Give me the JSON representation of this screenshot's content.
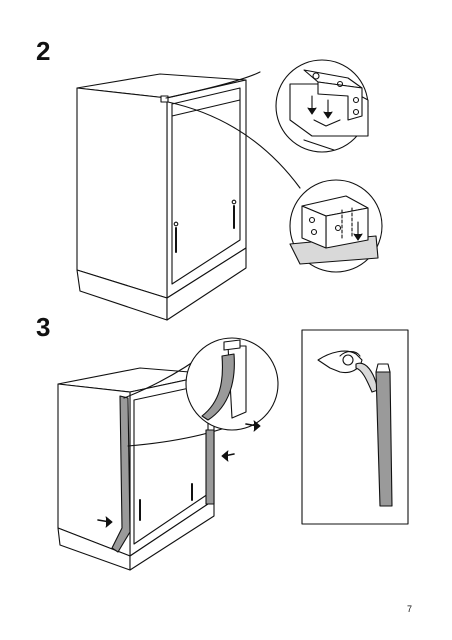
{
  "steps": [
    {
      "number": "2"
    },
    {
      "number": "3"
    }
  ],
  "page_number": "7",
  "colors": {
    "line": "#111111",
    "tape": "#9a9a9a",
    "shade": "#d9d9d9"
  },
  "illustrations": {
    "step2": "dishwasher-with-mounting-bracket-callouts",
    "step3": "dishwasher-side-seal-strip-application",
    "step3_inset": "hand-peeling-adhesive-strip"
  }
}
